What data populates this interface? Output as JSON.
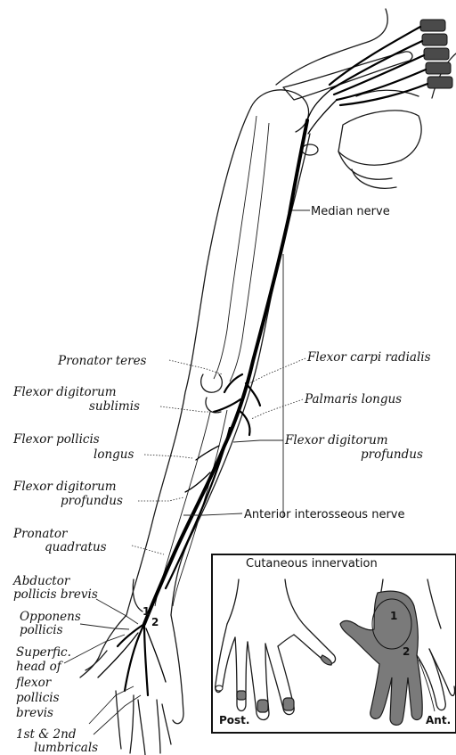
{
  "labels": {
    "median_nerve": "Median nerve",
    "pronator_teres": "Pronator teres",
    "flexor_carpi_radialis": "Flexor carpi radialis",
    "flexor_digitorum_sublimis_1": "Flexor digitorum",
    "flexor_digitorum_sublimis_2": "sublimis",
    "palmaris_longus": "Palmaris longus",
    "flexor_pollicis_longus_1": "Flexor pollicis",
    "flexor_pollicis_longus_2": "longus",
    "flexor_digitorum_profundus_right_1": "Flexor digitorum",
    "flexor_digitorum_profundus_right_2": "profundus",
    "flexor_digitorum_profundus_left_1": "Flexor digitorum",
    "flexor_digitorum_profundus_left_2": "profundus",
    "anterior_interosseous_nerve": "Anterior interosseous nerve",
    "pronator_quadratus_1": "Pronator",
    "pronator_quadratus_2": "quadratus",
    "abductor_pollicis_brevis_1": "Abductor",
    "abductor_pollicis_brevis_2": "pollicis brevis",
    "opponens_pollicis_1": "Opponens",
    "opponens_pollicis_2": "pollicis",
    "fpb_1": "Superfic.",
    "fpb_2": "head of",
    "fpb_3": "flexor",
    "fpb_4": "pollicis",
    "fpb_5": "brevis",
    "lumbricals_1": "1st & 2nd",
    "lumbricals_2": "lumbricals"
  },
  "inset": {
    "title": "Cutaneous innervation",
    "post_label": "Post.",
    "ant_label": "Ant.",
    "zone_1": "1",
    "zone_2": "2"
  },
  "arm_markers": {
    "marker_1": "1",
    "marker_2": "2"
  },
  "colors": {
    "nerve": "#000000",
    "shading": "#7a7a7a",
    "line": "#1a1a1a"
  }
}
